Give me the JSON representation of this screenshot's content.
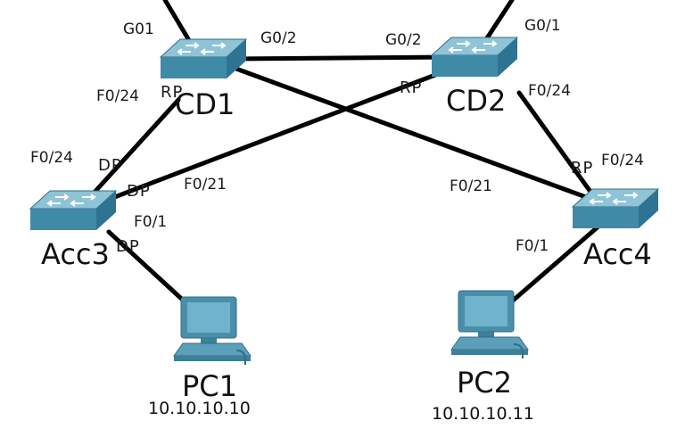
{
  "devices": {
    "cd1": {
      "name": "CD1"
    },
    "cd2": {
      "name": "CD2"
    },
    "acc3": {
      "name": "Acc3"
    },
    "acc4": {
      "name": "Acc4"
    },
    "pc1": {
      "name": "PC1",
      "ip": "10.10.10.10"
    },
    "pc2": {
      "name": "PC2",
      "ip": "10.10.10.11"
    }
  },
  "ports": {
    "cd1_up": "G01",
    "cd1_g02": "G0/2",
    "cd2_g02": "G0/2",
    "cd2_up": "G0/1",
    "cd1_f024": "F0/24",
    "cd2_f024": "F0/24",
    "acc3_f024": "F0/24",
    "acc3_f021": "F0/21",
    "acc3_f01": "F0/1",
    "acc4_f021": "F0/21",
    "acc4_f024": "F0/24",
    "acc4_f01": "F0/1"
  },
  "roles": {
    "cd1_rp": "RP",
    "cd2_rp": "RP",
    "acc3_dp_upper": "DP",
    "acc3_dp_cross": "DP",
    "acc3_dp_pc": "DP",
    "acc4_rp": "RP"
  },
  "colors": {
    "switch_top": "#8fc3d6",
    "switch_side": "#3f8aa7",
    "switch_face": "#2f7392",
    "pc_body": "#4a8faa",
    "pc_screen": "#6fb3cc",
    "link": "#000000"
  }
}
